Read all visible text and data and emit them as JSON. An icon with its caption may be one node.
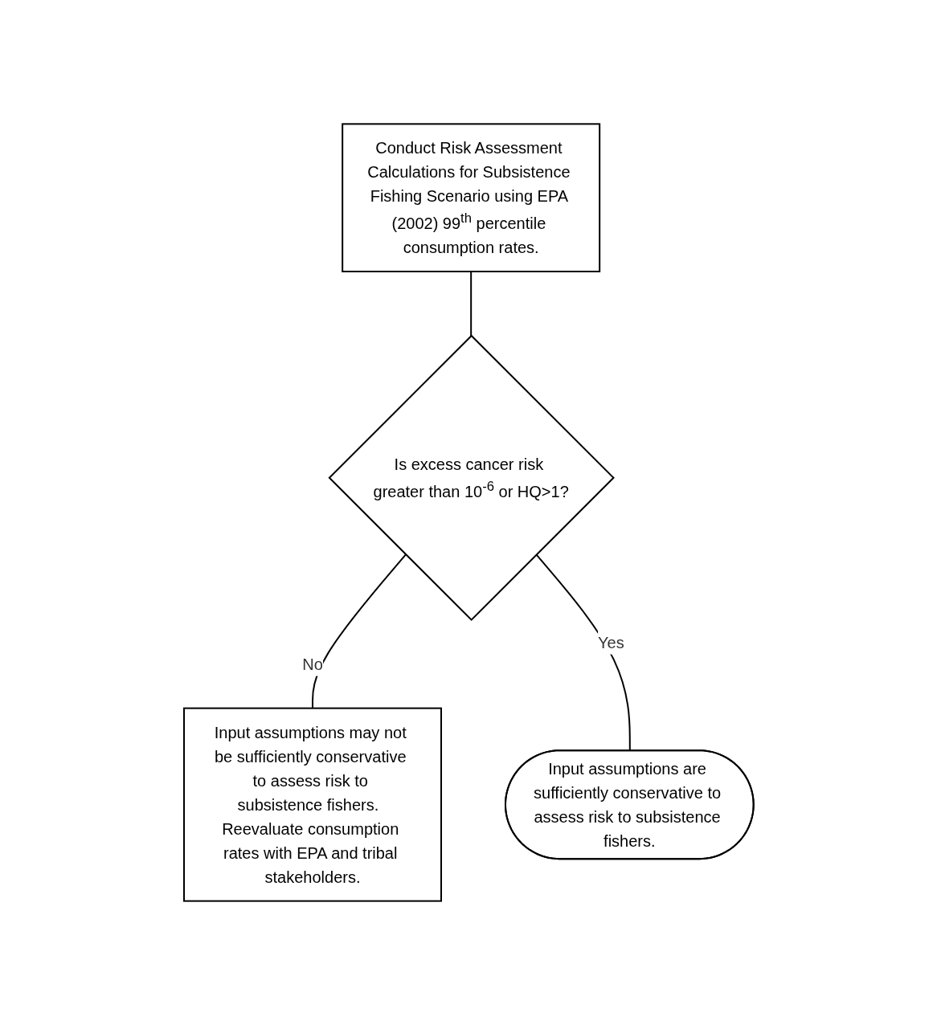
{
  "diagram": {
    "nodes": [
      {
        "text": [
          "Conduct Risk Assessment Calculations for Subsistence Fishing Scenario using EPA (2002) 99$^{th}$ percentile consumption rates."
        ]
      },
      {
        "text": [
          "Is excess cancer risk greater than 10$^{-6}$ or HQ>1?"
        ]
      },
      {
        "text": [
          "Input assumptions may not be sufficiently conservative to assess risk to subsistence fishers.  Reevaluate consumption rates with EPA and tribal stakeholders."
        ]
      },
      {
        "text": [
          "Input assumptions are sufficiently conservative to assess risk to subsistence fishers."
        ]
      }
    ],
    "edges": [
      {
        "from": 0,
        "to": 1,
        "arrow": "none"
      },
      {
        "from": 1,
        "to": 2,
        "arrow": "none",
        "label": "No"
      },
      {
        "from": 1,
        "to": 3,
        "arrow": "none",
        "label": "Yes"
      }
    ]
  }
}
